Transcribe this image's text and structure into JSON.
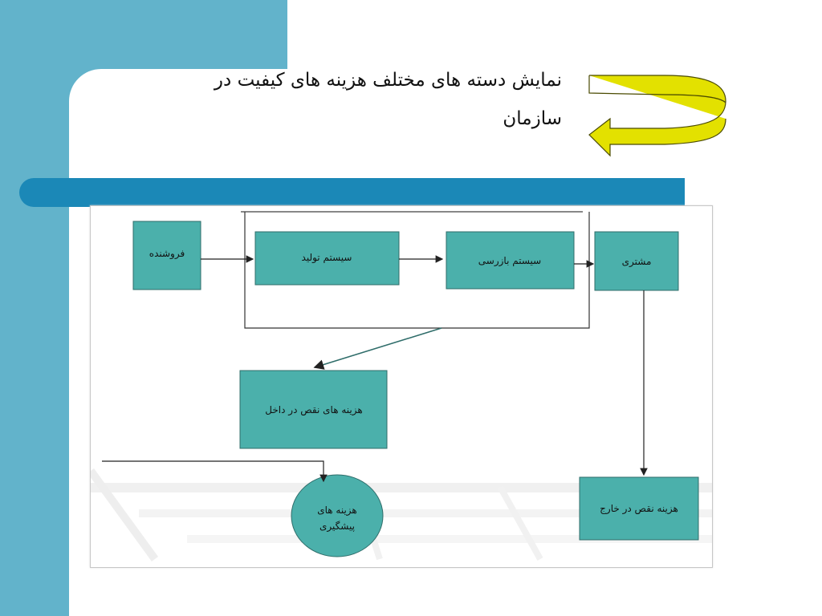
{
  "slide": {
    "title_line1": "نمایش دسته های مختلف هزینه های کیفیت در",
    "title_line2": "سازمان"
  },
  "diagram": {
    "nodes": {
      "seller": "فروشنده",
      "production": "سیستم تولید",
      "inspection": "سیستم بازرسی",
      "customer": "مشتری",
      "internal_failure": "هزینه های  نقص در داخل",
      "external_failure": "هزینه نقص در خارج",
      "prevention_line1": "هزینه های",
      "prevention_line2": "پیشگیری"
    }
  },
  "colors": {
    "box_fill": "#4bb0ab",
    "band_light": "#62b3cb",
    "band_dark": "#1b88b7",
    "arrow_fill": "#e3e100"
  }
}
